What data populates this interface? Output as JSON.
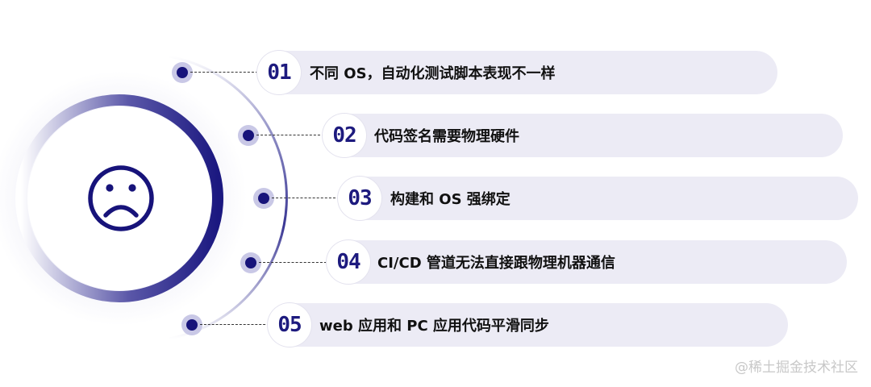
{
  "items": [
    {
      "number": "01",
      "text": "不同 OS，自动化测试脚本表现不一样"
    },
    {
      "number": "02",
      "text": "代码签名需要物理硬件"
    },
    {
      "number": "03",
      "text": "构建和 OS 强绑定"
    },
    {
      "number": "04",
      "text": "CI/CD 管道无法直接跟物理机器通信"
    },
    {
      "number": "05",
      "text": "web 应用和 PC 应用代码平滑同步"
    }
  ],
  "center_icon": "sad-face-icon",
  "watermark": "@稀土掘金技术社区",
  "colors": {
    "accent": "#17137a",
    "dot_ring": "#c9c8e6",
    "pill_background": "#ecebf5",
    "arc_gradient_end": "#ffffff"
  }
}
